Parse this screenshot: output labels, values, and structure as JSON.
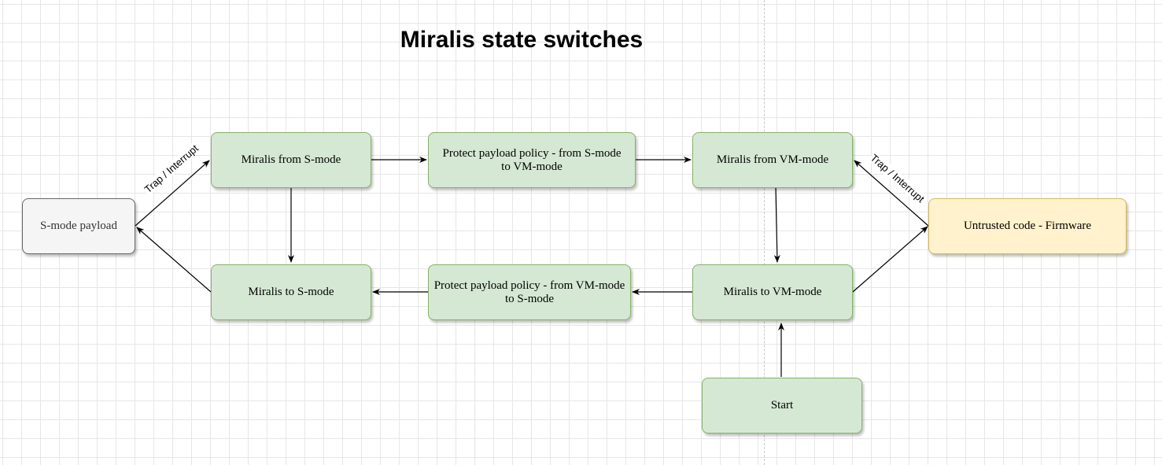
{
  "title": "Miralis state switches",
  "nodes": {
    "smode_payload": "S-mode payload",
    "miralis_from_smode": "Miralis from S-mode",
    "protect_s_to_vm": "Protect payload policy - from S-mode to VM-mode",
    "miralis_from_vmmode": "Miralis from VM-mode",
    "untrusted_firmware": "Untrusted code - Firmware",
    "miralis_to_smode": "Miralis to S-mode",
    "protect_vm_to_s": "Protect payload policy - from VM-mode to S-mode",
    "miralis_to_vmmode": "Miralis to VM-mode",
    "start": "Start"
  },
  "edge_labels": {
    "trap_left": "Trap / Interrupt",
    "trap_right": "Trap / Interrupt"
  },
  "colors": {
    "green_fill": "#d5e8d4",
    "green_stroke": "#82b366",
    "grey_fill": "#f5f5f5",
    "grey_stroke": "#666666",
    "yellow_fill": "#fff2cc",
    "yellow_stroke": "#d6b656"
  }
}
